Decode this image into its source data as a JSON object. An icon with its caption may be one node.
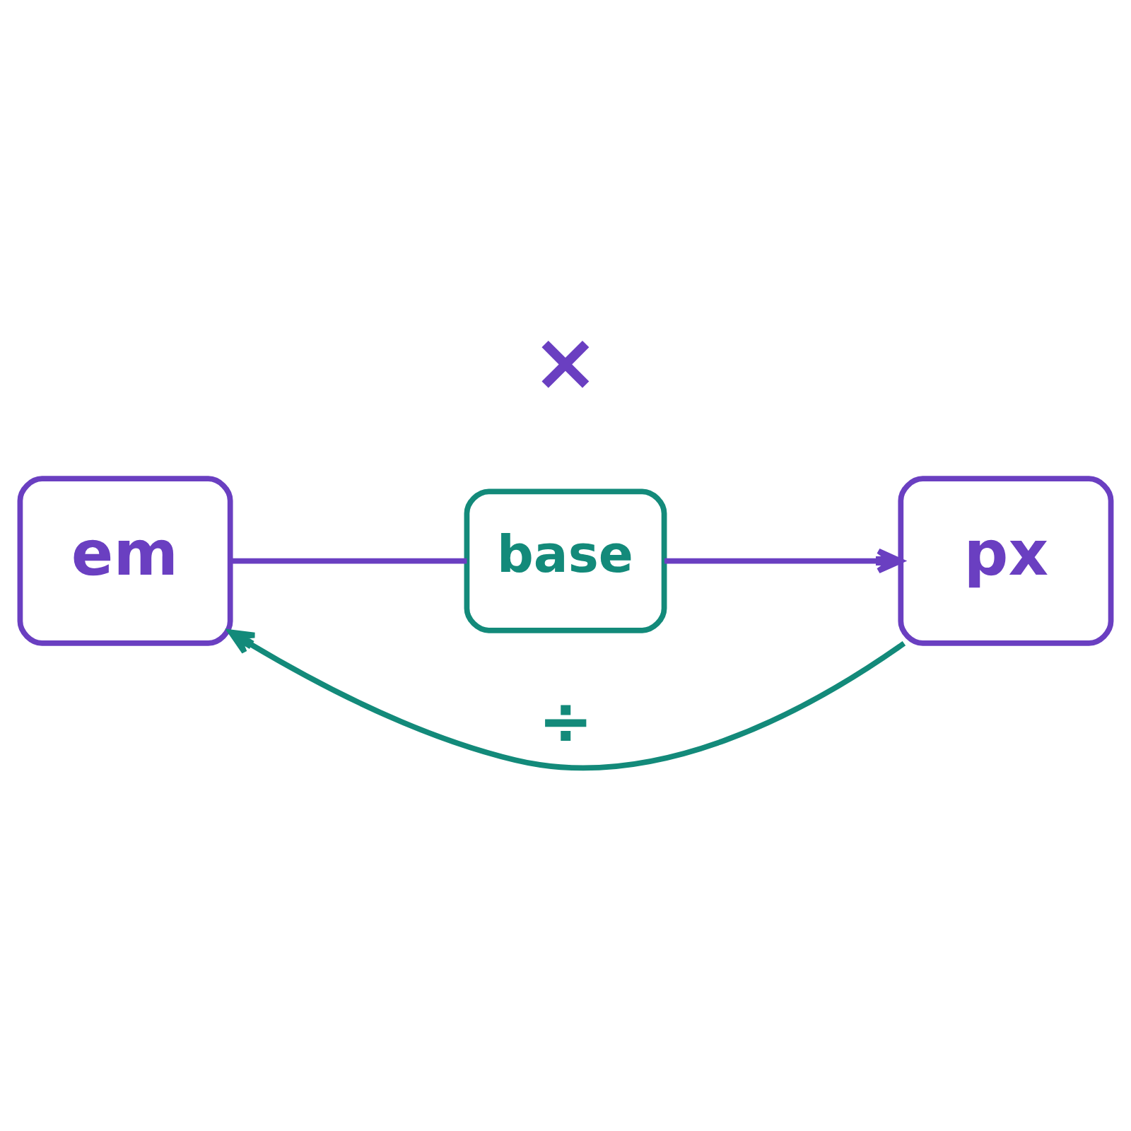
{
  "diagram": {
    "nodes": [
      {
        "text": [
          "em"
        ]
      },
      {
        "text": [
          "base"
        ]
      },
      {
        "text": [
          "px"
        ]
      }
    ],
    "edges": [
      {
        "from": 0,
        "to": 1,
        "arrow": "none"
      },
      {
        "from": 1,
        "to": 2,
        "arrow": "to"
      },
      {
        "from": 2,
        "to": 0,
        "arrow": "to",
        "label": "÷",
        "color": "#138a7a"
      }
    ],
    "labels": [
      "×"
    ]
  }
}
